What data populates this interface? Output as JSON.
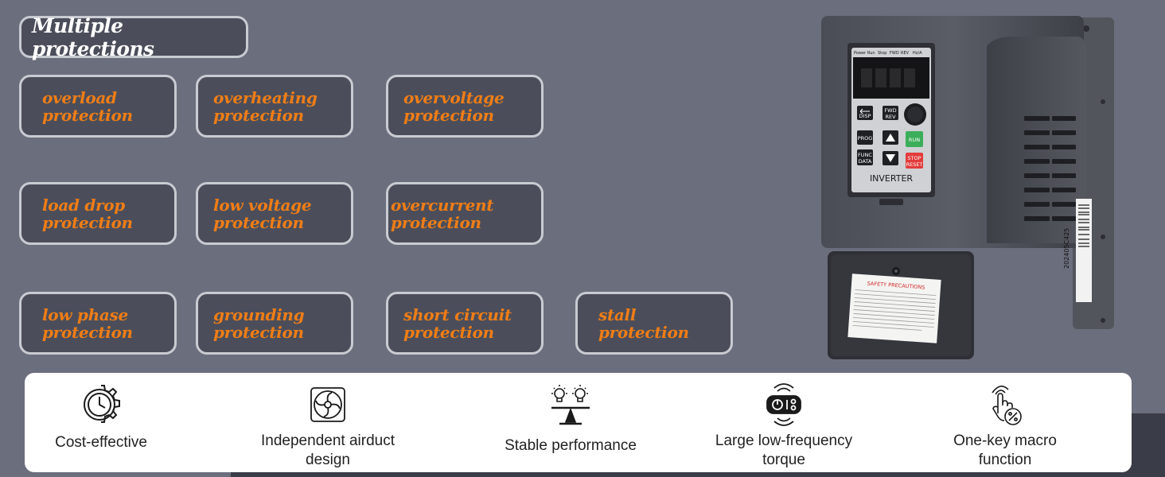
{
  "heading": "Multiple protections",
  "protections": [
    {
      "line1": "overload",
      "line2": "protection"
    },
    {
      "line1": "overheating",
      "line2": "protection"
    },
    {
      "line1": "overvoltage",
      "line2": "protection"
    },
    {
      "line1": "load drop",
      "line2": "protection"
    },
    {
      "line1": "low voltage",
      "line2": "protection"
    },
    {
      "line1": "overcurrent",
      "line2": "protection"
    },
    {
      "line1": "low phase",
      "line2": "protection"
    },
    {
      "line1": "grounding",
      "line2": "protection"
    },
    {
      "line1": "short circuit",
      "line2": "protection"
    },
    {
      "line1": "stall",
      "line2": "protection"
    }
  ],
  "features": [
    {
      "icon": "clock-gear-icon",
      "line1": "Cost-effective",
      "line2": ""
    },
    {
      "icon": "fan-icon",
      "line1": "Independent airduct",
      "line2": "design"
    },
    {
      "icon": "balance-bulbs-icon",
      "line1": "Stable performance",
      "line2": ""
    },
    {
      "icon": "power-switch-icon",
      "line1": "Large low-frequency",
      "line2": "torque"
    },
    {
      "icon": "touch-percent-icon",
      "line1": "One-key macro",
      "line2": "function"
    }
  ],
  "device": {
    "indicators": [
      "Power",
      "Run",
      "Stop",
      "FWD",
      "REV",
      "Hz/A"
    ],
    "keys": {
      "disp": "DISP",
      "fwd_rev_1": "FWD",
      "fwd_rev_2": "REV",
      "prog": "PROG",
      "run": "RUN",
      "func_1": "FUNC",
      "func_2": "DATA",
      "stop_1": "STOP",
      "stop_2": "RESET"
    },
    "brand": "INVERTER",
    "warning_title": "SAFETY PRECAUTIONS",
    "barcode": "202405C425"
  },
  "colors": {
    "background": "#6b6e7c",
    "accent_orange": "#f07d16",
    "card": "#4b4e5a",
    "run_green": "#3cae5a",
    "stop_red": "#e23b3b"
  }
}
